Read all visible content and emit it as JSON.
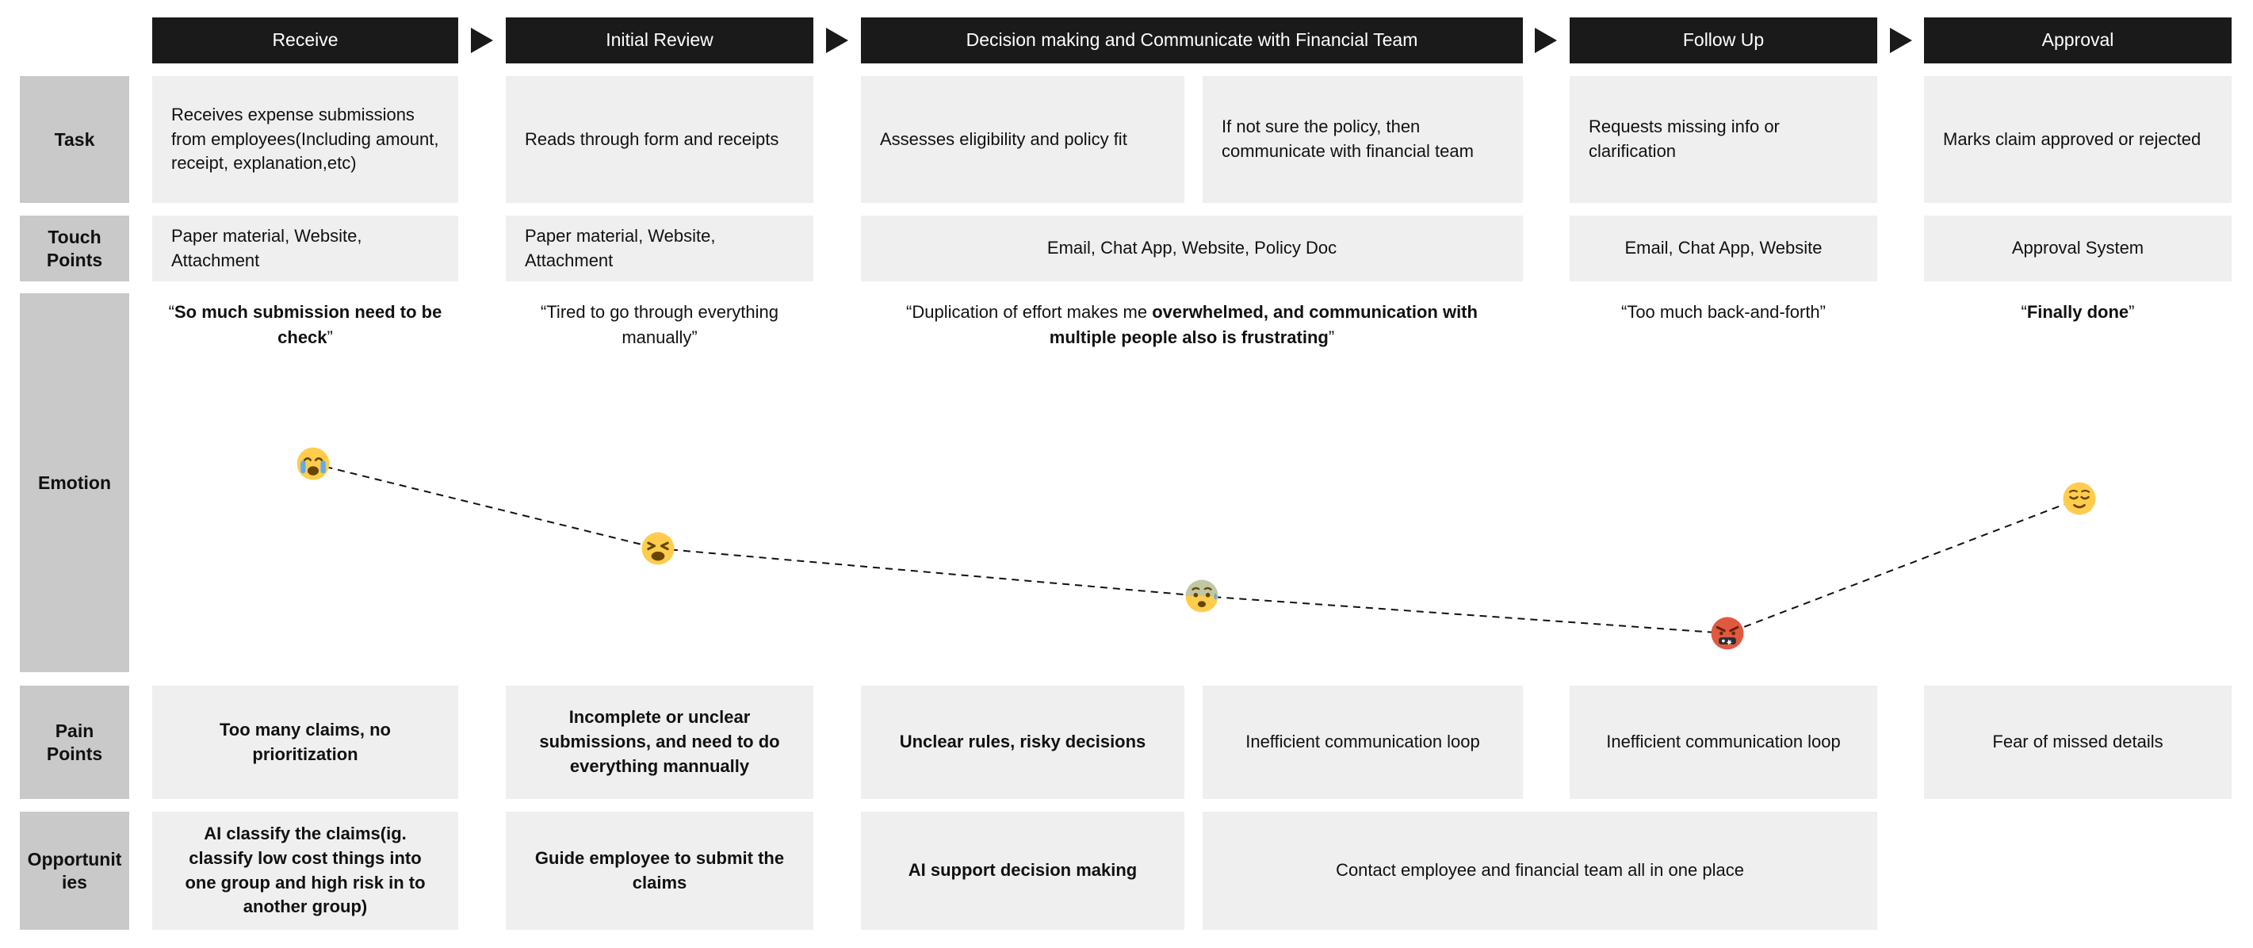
{
  "row_labels": {
    "task": "Task",
    "touch_points": "Touch Points",
    "emotion": "Emotion",
    "pain_points": "Pain Points",
    "opportunities": "Opportunities"
  },
  "stages": [
    {
      "header": "Receive"
    },
    {
      "header": "Initial Review"
    },
    {
      "header": "Decision making and Communicate with Financial Team"
    },
    {
      "header": "Follow Up"
    },
    {
      "header": "Approval"
    }
  ],
  "tasks": {
    "receive": "Receives expense submissions from employees(Including amount, receipt, explanation,etc)",
    "initial_review": "Reads through form and receipts",
    "decision_a": "Assesses eligibility and policy fit",
    "decision_b": "If not sure the policy, then communicate with financial team",
    "follow_up": "Requests missing info or clarification",
    "approval": "Marks claim approved or rejected"
  },
  "touch_points": {
    "receive": "Paper material, Website, Attachment",
    "initial_review": "Paper material, Website, Attachment",
    "decision": "Email, Chat App, Website, Policy Doc",
    "follow_up": "Email, Chat App, Website",
    "approval": "Approval System"
  },
  "quotes": {
    "receive": {
      "pre": "“",
      "bold": "So much submission need to be check",
      "post": "”"
    },
    "initial_review": {
      "pre": "“Tired to go through everything manually”",
      "bold": "",
      "post": ""
    },
    "decision": {
      "pre": "“Duplication of effort makes me ",
      "bold": "overwhelmed, and communication with multiple people also is frustrating",
      "post": "”"
    },
    "follow_up": {
      "pre": "“Too much back-and-forth”",
      "bold": "",
      "post": ""
    },
    "approval": {
      "pre": "“",
      "bold": "Finally done",
      "post": "”"
    }
  },
  "emotions": [
    {
      "icon": "loudly-crying-face",
      "emoji": "😭"
    },
    {
      "icon": "tired-face",
      "emoji": "😫"
    },
    {
      "icon": "anxious-face-with-sweat",
      "emoji": "😰"
    },
    {
      "icon": "face-with-symbols-on-mouth",
      "emoji": "🤬"
    },
    {
      "icon": "relieved-face",
      "emoji": "😌"
    }
  ],
  "pain_points": {
    "receive": "Too many claims, no prioritization",
    "initial_review": "Incomplete or unclear submissions, and need to do everything mannually",
    "decision_a": "Unclear rules, risky decisions",
    "decision_b": "Inefficient communication loop",
    "follow_up": "Inefficient communication loop",
    "approval": "Fear of missed details"
  },
  "opportunities": {
    "receive": "AI classify the claims(ig. classify low cost things into one group and high risk in to another group)",
    "initial_review": "Guide employee to submit the claims",
    "decision": "AI support decision making",
    "communication": "Contact employee and financial team all in one place"
  },
  "colors": {
    "header_bg": "#1a1a1a",
    "cell_bg": "#efefef",
    "label_bg": "#c9c9c9"
  }
}
